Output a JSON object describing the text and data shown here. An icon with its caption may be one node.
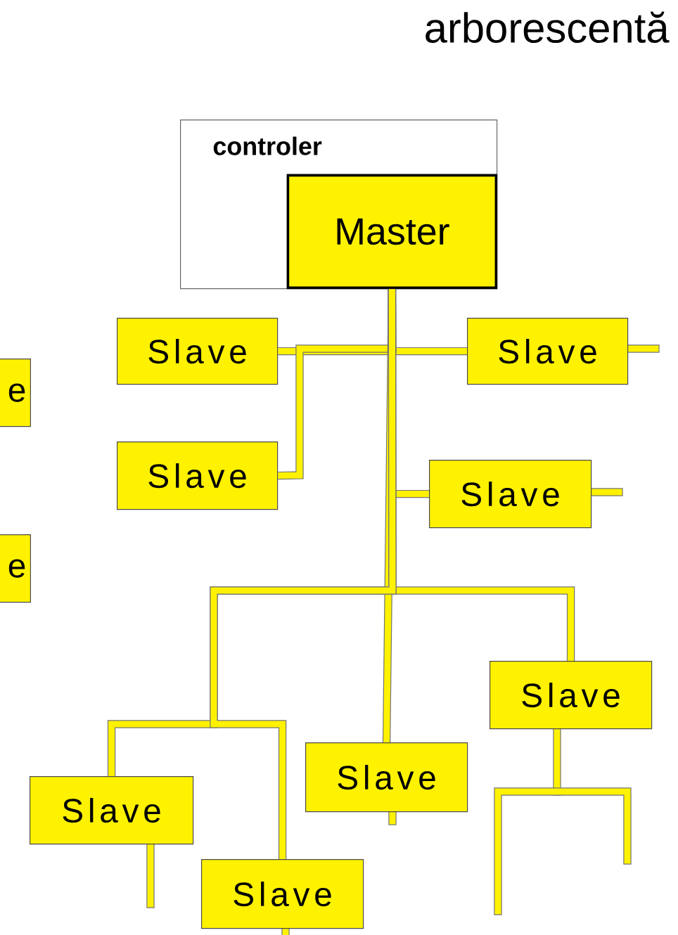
{
  "diagram": {
    "title": "arborescentă",
    "nodes": [
      {
        "text": [
          "controler"
        ]
      },
      {
        "text": [
          "Master"
        ],
        "in": 0
      },
      {
        "text": [
          "Slave"
        ]
      },
      {
        "text": [
          "Slave"
        ]
      },
      {
        "text": [
          "e"
        ]
      },
      {
        "text": [
          "Slave"
        ]
      },
      {
        "text": [
          "Slave"
        ]
      },
      {
        "text": [
          "e"
        ]
      },
      {
        "text": [
          "Slave"
        ]
      },
      {
        "text": [
          "Slave"
        ]
      },
      {
        "text": [
          "Slave"
        ]
      },
      {
        "text": [
          "Slave"
        ]
      }
    ],
    "edges": [
      {
        "from": 1,
        "to": 2,
        "arrow": "none"
      },
      {
        "from": 1,
        "to": 3,
        "arrow": "none"
      },
      {
        "from": 1,
        "to": 5,
        "arrow": "none"
      },
      {
        "from": 1,
        "to": 6,
        "arrow": "none"
      },
      {
        "from": 1,
        "to": 8,
        "arrow": "none"
      },
      {
        "from": 1,
        "to": 9,
        "arrow": "none"
      },
      {
        "from": 1,
        "to": 10,
        "arrow": "none"
      },
      {
        "from": 1,
        "to": 11,
        "arrow": "none"
      }
    ]
  }
}
